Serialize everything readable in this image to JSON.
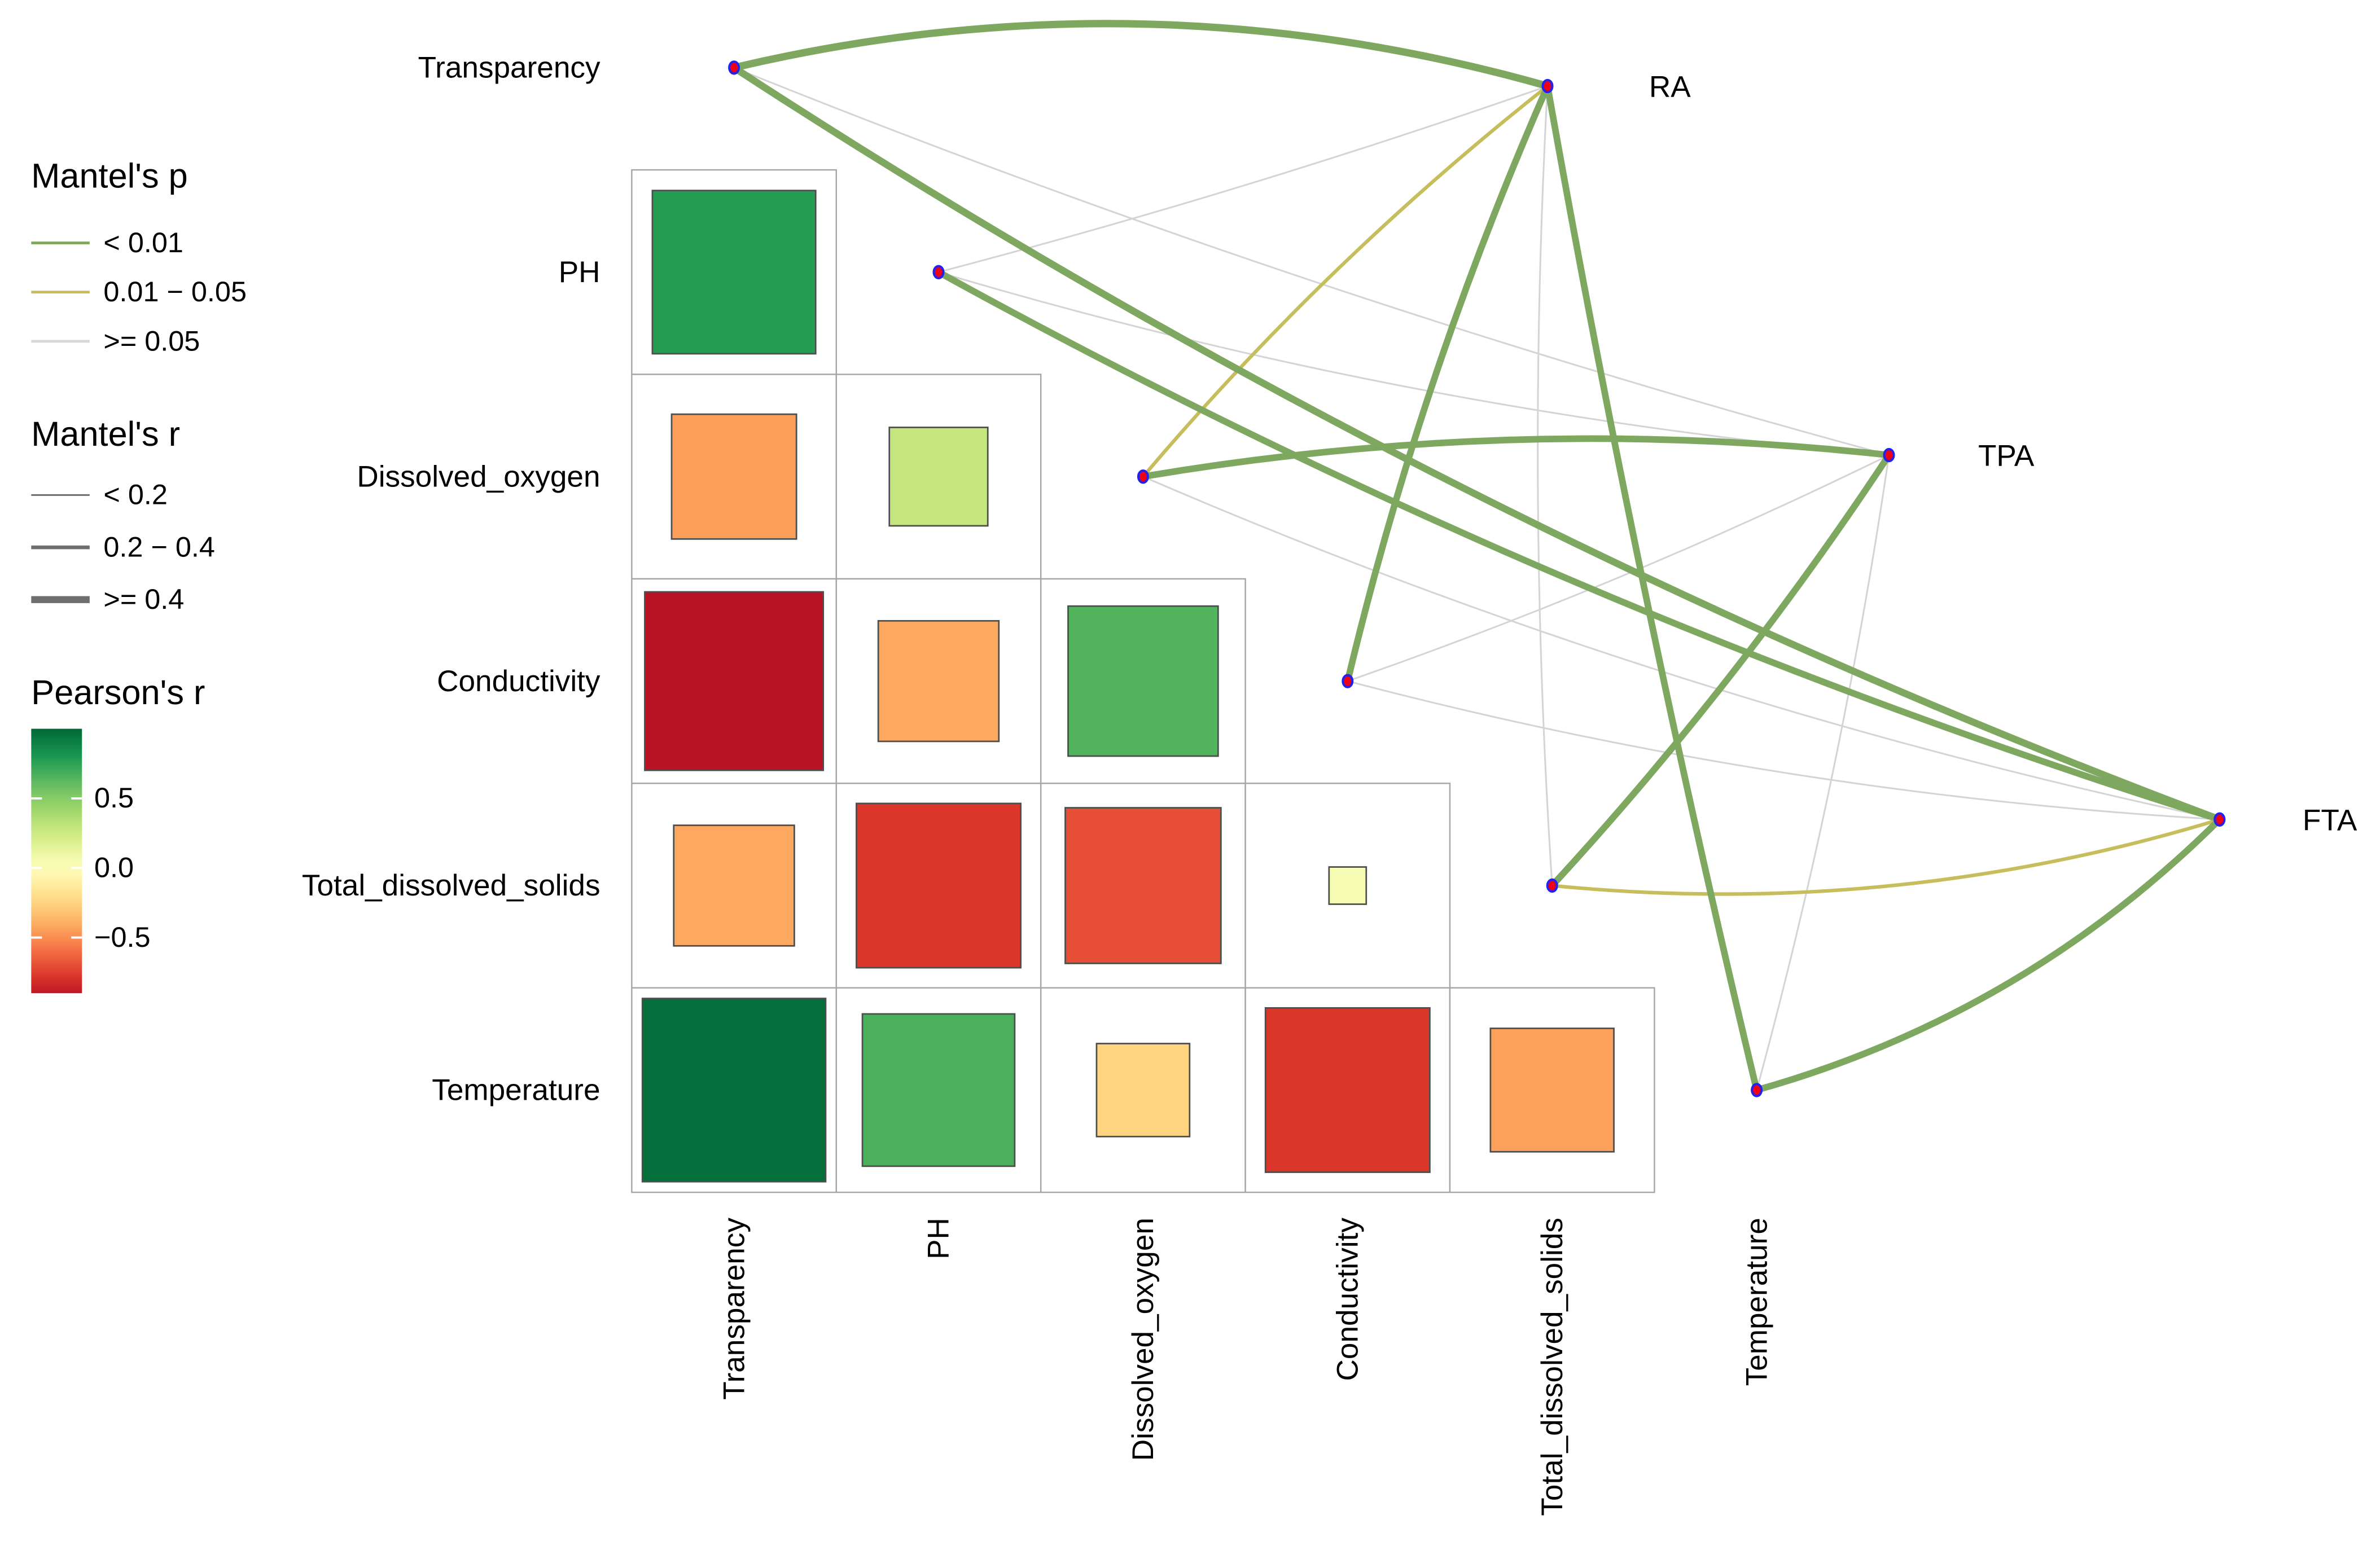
{
  "chart_data": {
    "type": "heatmap",
    "subtype": "mantel-test-correlation-network",
    "variables": [
      "Transparency",
      "PH",
      "Dissolved_oxygen",
      "Conductivity",
      "Total_dissolved_solids",
      "Temperature"
    ],
    "spec_nodes": [
      "RA",
      "TPA",
      "FTA"
    ],
    "pearson_cells": [
      {
        "row": "PH",
        "col": "Transparency",
        "r": 0.77
      },
      {
        "row": "Dissolved_oxygen",
        "col": "Transparency",
        "r": -0.45
      },
      {
        "row": "Dissolved_oxygen",
        "col": "PH",
        "r": 0.28
      },
      {
        "row": "Conductivity",
        "col": "Transparency",
        "r": -0.92
      },
      {
        "row": "Conductivity",
        "col": "PH",
        "r": -0.42
      },
      {
        "row": "Conductivity",
        "col": "Dissolved_oxygen",
        "r": 0.65
      },
      {
        "row": "Total_dissolved_solids",
        "col": "Transparency",
        "r": -0.42
      },
      {
        "row": "Total_dissolved_solids",
        "col": "PH",
        "r": -0.78
      },
      {
        "row": "Total_dissolved_solids",
        "col": "Dissolved_oxygen",
        "r": -0.7
      },
      {
        "row": "Total_dissolved_solids",
        "col": "Conductivity",
        "r": 0.04
      },
      {
        "row": "Temperature",
        "col": "Transparency",
        "r": 0.97
      },
      {
        "row": "Temperature",
        "col": "PH",
        "r": 0.67
      },
      {
        "row": "Temperature",
        "col": "Dissolved_oxygen",
        "r": -0.25
      },
      {
        "row": "Temperature",
        "col": "Conductivity",
        "r": -0.78
      },
      {
        "row": "Temperature",
        "col": "Total_dissolved_solids",
        "r": -0.44
      }
    ],
    "mantel_edges": [
      {
        "env": "Transparency",
        "spec": "RA",
        "p_class": "< 0.01",
        "r_class": ">= 0.4"
      },
      {
        "env": "PH",
        "spec": "RA",
        "p_class": ">= 0.05",
        "r_class": "< 0.2"
      },
      {
        "env": "Dissolved_oxygen",
        "spec": "RA",
        "p_class": "0.01 − 0.05",
        "r_class": "0.2 − 0.4"
      },
      {
        "env": "Conductivity",
        "spec": "RA",
        "p_class": "< 0.01",
        "r_class": ">= 0.4"
      },
      {
        "env": "Total_dissolved_solids",
        "spec": "RA",
        "p_class": ">= 0.05",
        "r_class": "< 0.2"
      },
      {
        "env": "Temperature",
        "spec": "RA",
        "p_class": "< 0.01",
        "r_class": ">= 0.4"
      },
      {
        "env": "Transparency",
        "spec": "TPA",
        "p_class": ">= 0.05",
        "r_class": "< 0.2"
      },
      {
        "env": "PH",
        "spec": "TPA",
        "p_class": ">= 0.05",
        "r_class": "< 0.2"
      },
      {
        "env": "Dissolved_oxygen",
        "spec": "TPA",
        "p_class": "< 0.01",
        "r_class": ">= 0.4"
      },
      {
        "env": "Conductivity",
        "spec": "TPA",
        "p_class": ">= 0.05",
        "r_class": "< 0.2"
      },
      {
        "env": "Total_dissolved_solids",
        "spec": "TPA",
        "p_class": "< 0.01",
        "r_class": ">= 0.4"
      },
      {
        "env": "Temperature",
        "spec": "TPA",
        "p_class": ">= 0.05",
        "r_class": "< 0.2"
      },
      {
        "env": "Transparency",
        "spec": "FTA",
        "p_class": "< 0.01",
        "r_class": ">= 0.4"
      },
      {
        "env": "PH",
        "spec": "FTA",
        "p_class": "< 0.01",
        "r_class": ">= 0.4"
      },
      {
        "env": "Dissolved_oxygen",
        "spec": "FTA",
        "p_class": ">= 0.05",
        "r_class": "< 0.2"
      },
      {
        "env": "Conductivity",
        "spec": "FTA",
        "p_class": ">= 0.05",
        "r_class": "< 0.2"
      },
      {
        "env": "Total_dissolved_solids",
        "spec": "FTA",
        "p_class": "0.01 − 0.05",
        "r_class": "0.2 − 0.4"
      },
      {
        "env": "Temperature",
        "spec": "FTA",
        "p_class": "< 0.01",
        "r_class": ">= 0.4"
      }
    ],
    "legends": {
      "mantel_p": {
        "title": "Mantel's p",
        "items": [
          {
            "label": "< 0.01",
            "color": "#7ea860"
          },
          {
            "label": "0.01 − 0.05",
            "color": "#c6bd5c"
          },
          {
            "label": ">= 0.05",
            "color": "#d8d8d8"
          }
        ]
      },
      "mantel_r": {
        "title": "Mantel's r",
        "items": [
          {
            "label": "< 0.2"
          },
          {
            "label": "0.2 − 0.4"
          },
          {
            "label": ">= 0.4"
          }
        ],
        "line_color": "#6e6e6e"
      },
      "pearson": {
        "title": "Pearson's r",
        "ticks": [
          {
            "label": "0.5",
            "value": 0.5
          },
          {
            "label": "0.0",
            "value": 0.0
          },
          {
            "label": "−0.5",
            "value": -0.5
          }
        ],
        "domain_top": 1.0,
        "domain_bottom": -0.9
      }
    },
    "colors": {
      "edge_by_p": {
        "< 0.01": "#7ea860",
        "0.01 − 0.05": "#c6bd5c",
        ">= 0.05": "#d4d4d4"
      },
      "node_fill": "#f10016",
      "node_stroke": "#2222ee",
      "cell_border": "#a6a6a6",
      "square_border": "#4d4d4d",
      "colormap_rdylgn": [
        "#a50026",
        "#d73027",
        "#f46d43",
        "#fdae61",
        "#fee08b",
        "#ffffbf",
        "#d9ef8b",
        "#a6d96a",
        "#66bd63",
        "#1a9850",
        "#006837"
      ]
    }
  }
}
